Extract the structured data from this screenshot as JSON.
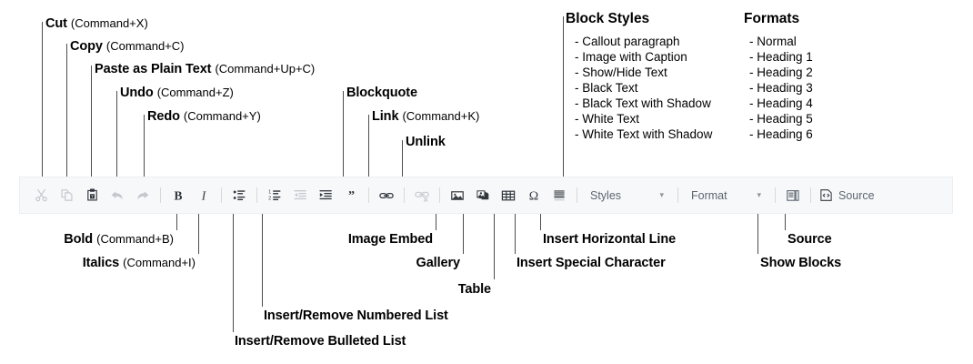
{
  "annotations_top": [
    {
      "name": "cut",
      "label": "Cut",
      "keys": "(Command+X)"
    },
    {
      "name": "copy",
      "label": "Copy",
      "keys": "(Command+C)"
    },
    {
      "name": "paste-plain",
      "label": "Paste as Plain Text",
      "keys": "(Command+Up+C)"
    },
    {
      "name": "undo",
      "label": "Undo",
      "keys": "(Command+Z)"
    },
    {
      "name": "redo",
      "label": "Redo",
      "keys": "(Command+Y)"
    },
    {
      "name": "blockquote",
      "label": "Blockquote",
      "keys": ""
    },
    {
      "name": "link",
      "label": "Link",
      "keys": "(Command+K)"
    },
    {
      "name": "unlink",
      "label": "Unlink",
      "keys": ""
    }
  ],
  "annotations_bottom": [
    {
      "name": "bold",
      "label": "Bold",
      "keys": "(Command+B)"
    },
    {
      "name": "italics",
      "label": "Italics",
      "keys": "(Command+I)"
    },
    {
      "name": "bulleted-list",
      "label": "Insert/Remove Bulleted List",
      "keys": ""
    },
    {
      "name": "numbered-list",
      "label": "Insert/Remove Numbered List",
      "keys": ""
    },
    {
      "name": "image-embed",
      "label": "Image Embed",
      "keys": ""
    },
    {
      "name": "gallery",
      "label": "Gallery",
      "keys": ""
    },
    {
      "name": "table",
      "label": "Table",
      "keys": ""
    },
    {
      "name": "horizontal-line",
      "label": "Insert Horizontal Line",
      "keys": ""
    },
    {
      "name": "special-character",
      "label": "Insert Special Character",
      "keys": ""
    },
    {
      "name": "source",
      "label": "Source",
      "keys": ""
    },
    {
      "name": "show-blocks",
      "label": "Show Blocks",
      "keys": ""
    }
  ],
  "block_styles": {
    "heading": "Block Styles",
    "items": [
      "- Callout paragraph",
      "- Image with Caption",
      "- Show/Hide Text",
      "- Black Text",
      "- Black Text with Shadow",
      "- White Text",
      "- White Text with Shadow"
    ]
  },
  "formats": {
    "heading": "Formats",
    "items": [
      "- Normal",
      "- Heading 1",
      "- Heading 2",
      "- Heading 3",
      "- Heading 4",
      "- Heading 5",
      "- Heading 6"
    ]
  },
  "toolbar": {
    "styles_label": "Styles",
    "format_label": "Format",
    "source_label": "Source",
    "dropdown_arrow": "▾",
    "special_character_glyph": "Ω",
    "buttons": [
      {
        "name": "cut-icon",
        "title": "Cut",
        "state": "disabled"
      },
      {
        "name": "copy-icon",
        "title": "Copy",
        "state": "disabled"
      },
      {
        "name": "paste-as-plain-text-icon",
        "title": "Paste as Plain Text",
        "state": "enabled"
      },
      {
        "name": "undo-icon",
        "title": "Undo",
        "state": "disabled"
      },
      {
        "name": "redo-icon",
        "title": "Redo",
        "state": "disabled"
      },
      {
        "name": "bold-icon",
        "title": "Bold",
        "state": "enabled"
      },
      {
        "name": "italic-icon",
        "title": "Italics",
        "state": "enabled"
      },
      {
        "name": "bulleted-list-icon",
        "title": "Insert/Remove Bulleted List",
        "state": "enabled"
      },
      {
        "name": "numbered-list-icon",
        "title": "Insert/Remove Numbered List",
        "state": "enabled"
      },
      {
        "name": "decrease-indent-icon",
        "title": "Decrease Indent",
        "state": "disabled"
      },
      {
        "name": "increase-indent-icon",
        "title": "Increase Indent",
        "state": "enabled"
      },
      {
        "name": "blockquote-icon",
        "title": "Blockquote",
        "state": "enabled"
      },
      {
        "name": "link-icon",
        "title": "Link",
        "state": "enabled"
      },
      {
        "name": "unlink-icon",
        "title": "Unlink",
        "state": "disabled"
      },
      {
        "name": "image-embed-icon",
        "title": "Image Embed",
        "state": "enabled"
      },
      {
        "name": "gallery-icon",
        "title": "Gallery",
        "state": "enabled"
      },
      {
        "name": "table-icon",
        "title": "Table",
        "state": "enabled"
      },
      {
        "name": "special-character-icon",
        "title": "Insert Special Character",
        "state": "enabled"
      },
      {
        "name": "horizontal-line-icon",
        "title": "Insert Horizontal Line",
        "state": "enabled"
      },
      {
        "name": "show-blocks-icon",
        "title": "Show Blocks",
        "state": "enabled"
      },
      {
        "name": "source-icon",
        "title": "Source",
        "state": "enabled"
      }
    ]
  },
  "colors": {
    "toolbar_bg": "#f7f8fa",
    "toolbar_border": "#eceef1",
    "icon_enabled": "#31373d",
    "icon_disabled": "#c3c8cd",
    "separator": "#d6d9de",
    "combo_text": "#5c6670",
    "leader_line": "#4d4d4d",
    "text": "#000000"
  }
}
